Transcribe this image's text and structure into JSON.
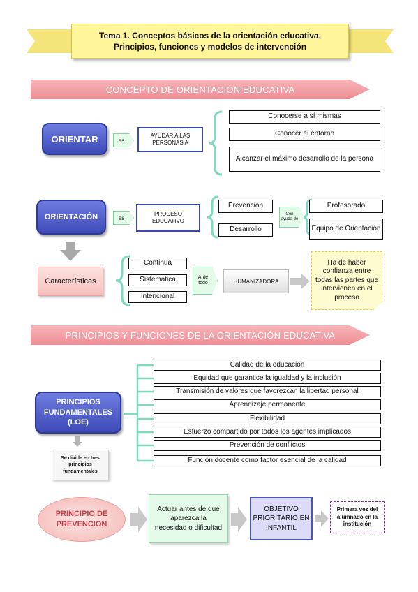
{
  "title": {
    "line1": "Tema 1. Conceptos básicos de la orientación educativa.",
    "line2": "Principios, funciones y modelos de intervención"
  },
  "section1": {
    "banner": "CONCEPTO DE ORIENTACIÓN EDUCATIVA",
    "orientar": "ORIENTAR",
    "es_label": "es",
    "ayudar": "AYUDAR A LAS PERSONAS A",
    "items": [
      "Conocerse a sí mismas",
      "Conocer el entorno",
      "Alcanzar el máximo desarrollo de la persona"
    ]
  },
  "section2": {
    "orientacion": "ORIENTACIÓN",
    "es_label": "es",
    "proceso": "PROCESO EDUCATIVO",
    "prevencion": "Prevención",
    "desarrollo": "Desarrollo",
    "con_ayuda": "Con ayuda de",
    "profesorado": "Profesorado",
    "equipo": "Equipo de Orientación"
  },
  "section3": {
    "caracteristicas": "Características",
    "items": [
      "Continua",
      "Sistemática",
      "Intencional"
    ],
    "ante_todo": "Ante todo",
    "humanizadora": "HUMANIZADORA",
    "note": "Ha de haber confianza entre todas las partes que intervienen en el proceso"
  },
  "section4": {
    "banner": "PRINCIPIOS Y FUNCIONES DE LA ORIENTACIÓN EDUCATIVA",
    "principios": "PRINCIPIOS FUNDAMENTALES (LOE)",
    "items": [
      "Calidad de la educación",
      "Equidad que garantice la igualdad y la inclusión",
      "Transmisión de valores que favorezcan la libertad personal",
      "Aprendizaje permanente",
      "Flexibilidad",
      "Esfuerzo compartido por todos los agentes implicados",
      "Prevención de conflictos",
      "Función docente como factor esencial de la calidad"
    ],
    "divide": "Se divide en tres principios fundamentales"
  },
  "section5": {
    "principio": "PRINCIPIO DE PREVENCION",
    "actuar": "Actuar antes de que aparezca la necesidad o dificultad",
    "objetivo": "OBJETIVO PRIORITARIO EN INFANTIL",
    "primera": "Primera vez del alumnado en la institución"
  },
  "colors": {
    "banner_pink": "#f4a3a8",
    "pill_blue": "#4f5cc8",
    "bracket_teal": "#7ed9c0",
    "title_yellow": "#fff59a",
    "pink_oval": "#f8c9c6"
  }
}
